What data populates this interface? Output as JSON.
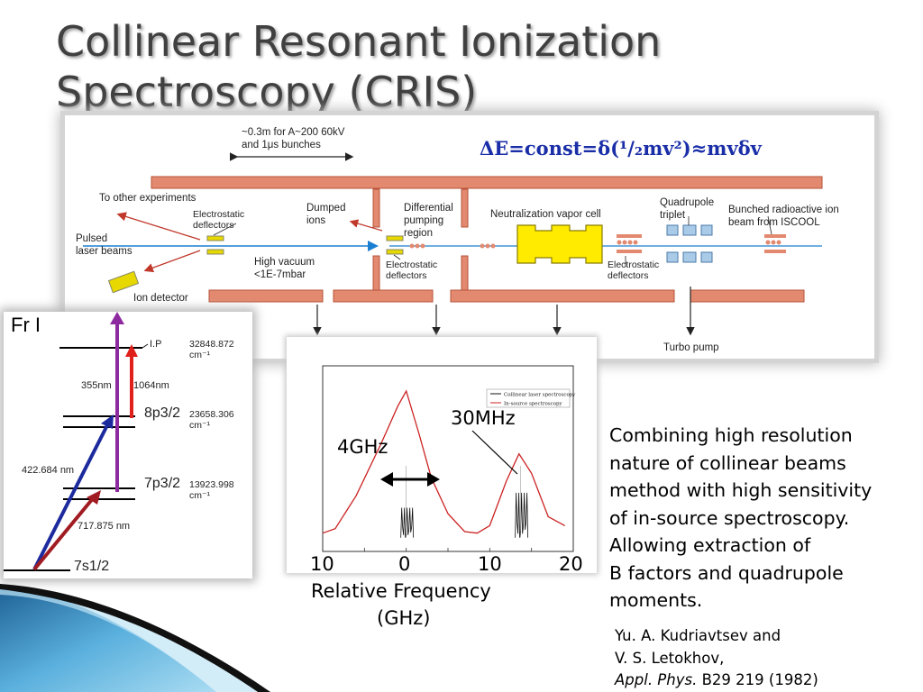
{
  "title": {
    "line1": "Collinear Resonant Ionization",
    "line2": "Spectroscopy (CRIS)"
  },
  "setup": {
    "bunch_line1": "~0.3m for A~200 60kV",
    "bunch_line2": "and 1μs bunches",
    "formula": "ΔE=const=δ(¹/₂mv²)≈mvδv",
    "to_other": "To other experiments",
    "es_defl_1": "Electrostatic",
    "es_defl_2": "deflectors",
    "pulsed_1": "Pulsed",
    "pulsed_2": "laser beams",
    "ion_detector": "Ion detector",
    "dumped_1": "Dumped",
    "dumped_2": "ions",
    "diff_1": "Differential",
    "diff_2": "pumping",
    "diff_3": "region",
    "neutral": "Neutralization vapor cell",
    "quad_1": "Quadrupole",
    "quad_2": "triplet",
    "bunched_1": "Bunched radioactive ion",
    "bunched_2": "beam from ISCOOL",
    "hv_1": "High vacuum",
    "hv_2": "<1E-7mbar",
    "es2_1": "Electrostatic",
    "es2_2": "deflectors",
    "es3_1": "Electrostatic",
    "es3_2": "deflectors",
    "turbo": "Turbo pump"
  },
  "levels": {
    "atom": "Fr I",
    "ip": "I.P",
    "ip_value": "32848.872 cm⁻¹",
    "p8_label": "8p3/2",
    "p8_value": "23658.306 cm⁻¹",
    "p7_label": "7p3/2",
    "p7_value": "13923.998 cm⁻¹",
    "s7_label": "7s1/2",
    "w355": "355nm",
    "w1064": "1064nm",
    "w422": "422.684 nm",
    "w717": "717.875 nm"
  },
  "plot": {
    "legend_1": "Collinear laser spectroscopy",
    "legend_2": "In-source spectroscopy",
    "ann_30mhz": "30MHz",
    "ann_4ghz": "4GHz",
    "xticks": [
      "10",
      "0",
      "10",
      "20"
    ],
    "xlabel_1": "Relative Frequency",
    "xlabel_2": "(GHz)"
  },
  "chart_data": {
    "type": "line",
    "xlabel": "Relative Frequency (GHz)",
    "ylabel": "",
    "xlim": [
      -10,
      20
    ],
    "series": [
      {
        "name": "In-source spectroscopy",
        "color": "#cc2222",
        "x": [
          -10,
          -8.5,
          -6,
          -3,
          -1,
          0,
          1.5,
          3,
          5,
          7,
          8.5,
          10,
          12,
          13.5,
          15,
          17,
          19
        ],
        "y": [
          0.05,
          0.08,
          0.3,
          0.65,
          0.9,
          1.0,
          0.72,
          0.42,
          0.18,
          0.06,
          0.05,
          0.1,
          0.4,
          0.58,
          0.45,
          0.16,
          0.1
        ]
      },
      {
        "name": "Collinear laser spectroscopy",
        "color": "#111111",
        "x": [
          0,
          13.7
        ],
        "y": [
          0.22,
          0.32
        ]
      }
    ]
  },
  "description": [
    "Combining high resolution",
    "nature of collinear beams",
    "method with high sensitivity",
    "of in-source spectroscopy.",
    "Allowing extraction of",
    "B factors and quadrupole",
    "moments."
  ],
  "reference": {
    "line1": "Yu. A. Kudriavtsev and",
    "line2": "V. S. Letokhov,",
    "journal": "Appl. Phys.",
    "volume": "B29",
    "pages": " 219 (1982)"
  }
}
